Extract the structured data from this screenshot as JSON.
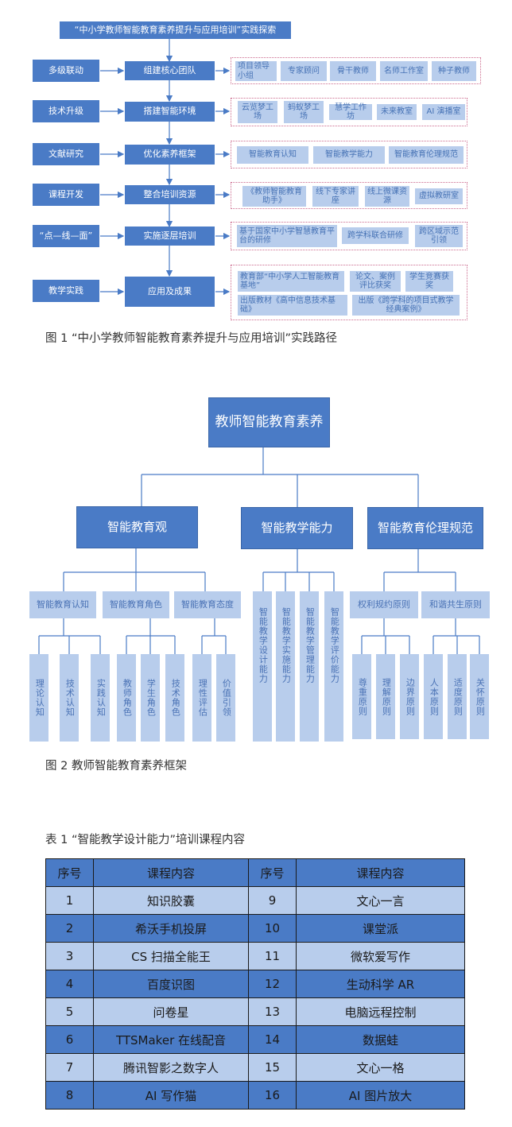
{
  "figure1": {
    "title": "“中小学教师智能教育素养提升与应用培训”实践探索",
    "left": [
      "多级联动",
      "技术升级",
      "文献研究",
      "课程开发",
      "“点—线—面”",
      "教学实践"
    ],
    "mid": [
      "组建核心团队",
      "搭建智能环境",
      "优化素养框架",
      "整合培训资源",
      "实施逐层培训",
      "应用及成果"
    ],
    "row1": [
      "项目领导小组",
      "专家顾问",
      "骨干教师",
      "名师工作室",
      "种子教师"
    ],
    "row2": [
      "云览梦工场",
      "蚂蚁梦工场",
      "慧学工作坊",
      "未来教室",
      "AI 演播室"
    ],
    "row3": [
      "智能教育认知",
      "智能教学能力",
      "智能教育伦理规范"
    ],
    "row4": [
      "《教师智能教育助手》",
      "线下专家讲座",
      "线上微课资源",
      "虚拟教研室"
    ],
    "row5": [
      "基于国家中小学智慧教育平台的研修",
      "跨学科联合研修",
      "跨区域示范引领"
    ],
    "row6": [
      "教育部“中小学人工智能教育基地”",
      "论文、案例评比获奖",
      "学生竞赛获奖",
      "出版教材《高中信息技术基础》",
      "出版《跨学科的项目式教学经典案例》"
    ],
    "caption": "图 1 “中小学教师智能教育素养提升与应用培训”实践路径"
  },
  "figure2": {
    "root": "教师智能教育素养",
    "level2": [
      "智能教育观",
      "智能教学能力",
      "智能教育伦理规范"
    ],
    "level3_a": [
      "智能教育认知",
      "智能教育角色",
      "智能教育态度"
    ],
    "level3_c": [
      "权利规约原则",
      "和谐共生原则"
    ],
    "leaves_a": [
      "理论认知",
      "技术认知",
      "实践认知",
      "教师角色",
      "学生角色",
      "技术角色",
      "理性评估",
      "价值引领"
    ],
    "leaves_b": [
      "智能教学设计能力",
      "智能教学实施能力",
      "智能教学管理能力",
      "智能教学评价能力"
    ],
    "leaves_c": [
      "尊重原则",
      "理解原则",
      "边界原则",
      "人本原则",
      "适度原则",
      "关怀原则"
    ],
    "caption": "图 2 教师智能教育素养框架"
  },
  "table1": {
    "caption": "表 1 “智能教学设计能力”培训课程内容",
    "headers": [
      "序号",
      "课程内容",
      "序号",
      "课程内容"
    ],
    "rows": [
      [
        "1",
        "知识胶囊",
        "9",
        "文心一言"
      ],
      [
        "2",
        "希沃手机投屏",
        "10",
        "课堂派"
      ],
      [
        "3",
        "CS 扫描全能王",
        "11",
        "微软爱写作"
      ],
      [
        "4",
        "百度识图",
        "12",
        "生动科学 AR"
      ],
      [
        "5",
        "问卷星",
        "13",
        "电脑远程控制"
      ],
      [
        "6",
        "TTSMaker 在线配音",
        "14",
        "数据蛙"
      ],
      [
        "7",
        "腾讯智影之数字人",
        "15",
        "文心一格"
      ],
      [
        "8",
        "AI 写作猫",
        "16",
        "AI 图片放大"
      ]
    ]
  },
  "colors": {
    "dark_blue": "#4a7bc6",
    "light_blue": "#b8cdec",
    "dotted_border": "#cc6b8e"
  }
}
